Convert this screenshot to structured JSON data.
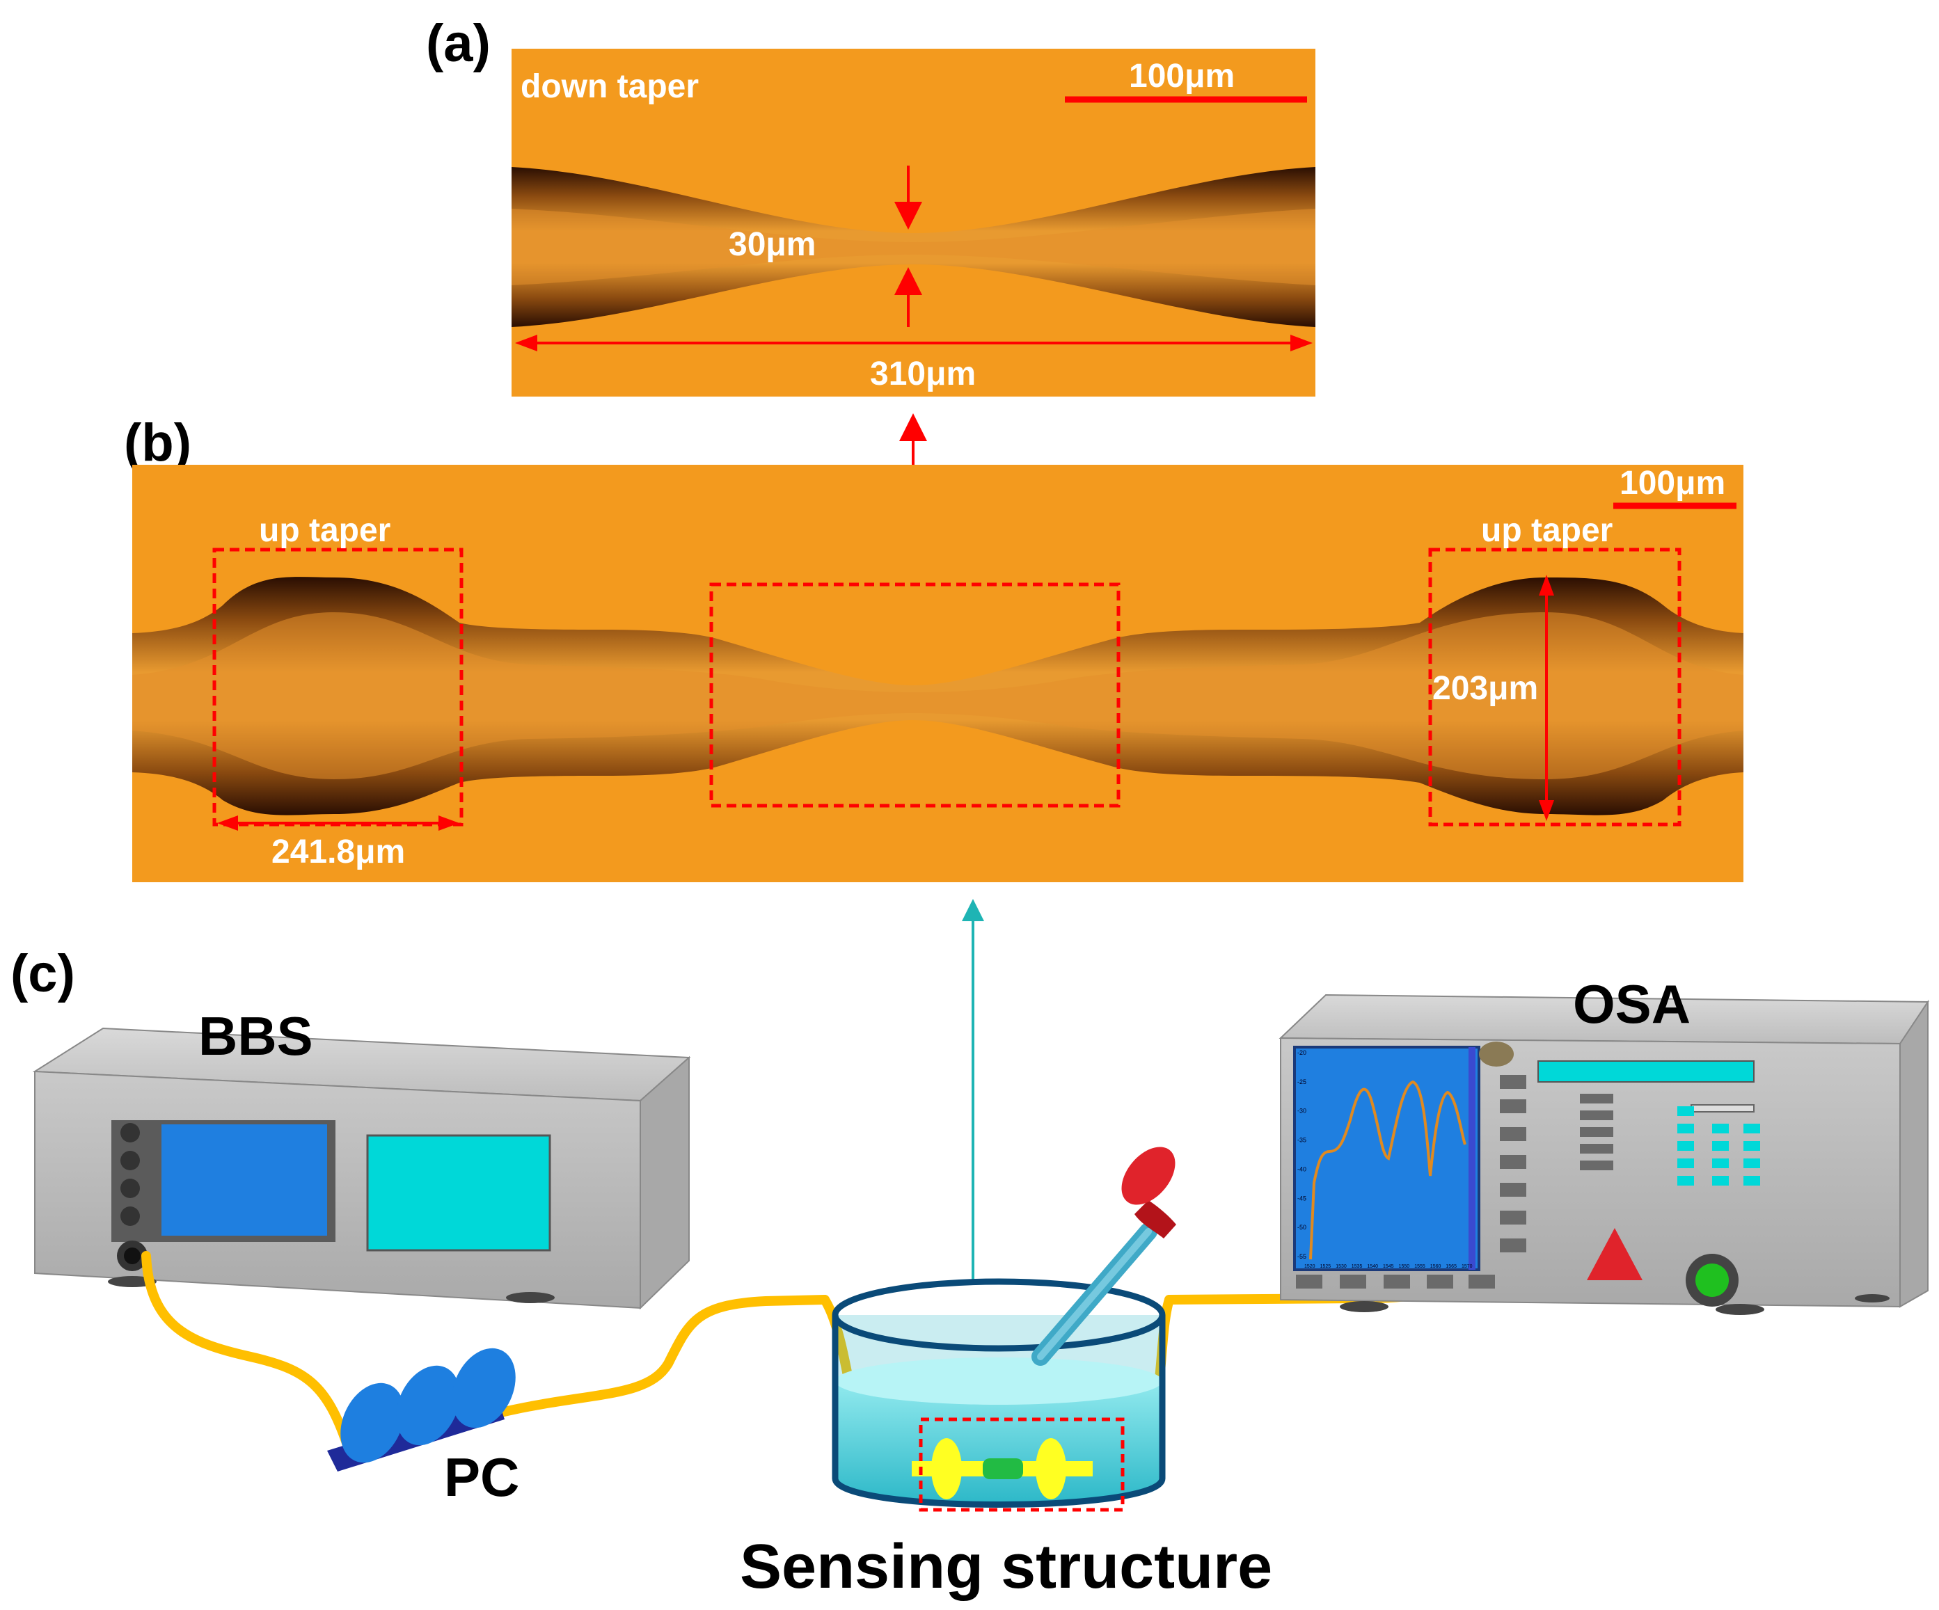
{
  "panels": {
    "a": {
      "label": "(a)",
      "region_label": "down taper",
      "scale_bar": "100μm",
      "waist": "30μm",
      "length": "310μm"
    },
    "b": {
      "label": "(b)",
      "up_taper_left": "up taper",
      "up_taper_right": "up taper",
      "scale_bar": "100μm",
      "width": "241.8μm",
      "diameter": "203μm"
    },
    "c": {
      "label": "(c)",
      "bbs": "BBS",
      "pc": "PC",
      "osa": "OSA",
      "sensing": "Sensing structure"
    }
  },
  "osa_screen": {
    "y_ticks": [
      "-20",
      "-25",
      "-30",
      "-35",
      "-40",
      "-45",
      "-50",
      "-55"
    ],
    "x_ticks": [
      "1520",
      "1525",
      "1530",
      "1535",
      "1540",
      "1545",
      "1550",
      "1555",
      "1560",
      "1565",
      "1570"
    ]
  },
  "colors": {
    "fiber": "#ffbf00",
    "micrograph": "#f39a1e",
    "annotation": "#ff0000",
    "arrow_teal": "#1eb4b4",
    "water": "#5fd7e0"
  }
}
